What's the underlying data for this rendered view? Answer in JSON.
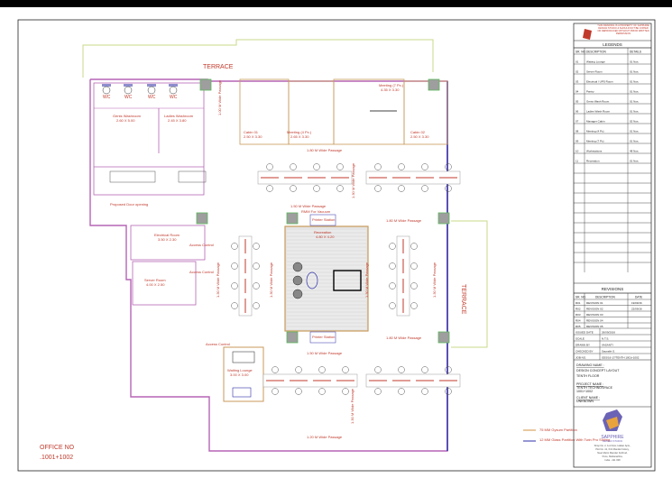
{
  "sheet": {
    "office_no_label": "OFFICE NO",
    "office_no_value": ".1001+1002",
    "terrace_top": "TERRACE",
    "terrace_right": "TERRACE"
  },
  "rooms": {
    "wc": "WC",
    "gents": {
      "name": "Gents Washroom",
      "size": "2.60 X 5.00"
    },
    "ladies": {
      "name": "Ladies Washroom",
      "size": "2.45 X 3.80"
    },
    "cabin1": {
      "name": "Cabin 01",
      "size": "2.50 X 3.30"
    },
    "meeting4": {
      "name": "Meeting (4 Px.)",
      "size": "2.65 X 3.30"
    },
    "meeting7": {
      "name": "Meeting (7 Px.)",
      "size": "4.35 X 3.30"
    },
    "cabin2": {
      "name": "Cabin 02",
      "size": "2.50 X 3.30"
    },
    "electrical": {
      "name": "Electrical Room",
      "size": "3.50 X 2.30"
    },
    "server": {
      "name": "Server Room",
      "size": "4.00 X 2.50"
    },
    "recreation": {
      "name": "Recreation",
      "size": "4.80 X 4.20"
    },
    "waiting": {
      "name": "Waiting Lounge",
      "size": "3.00 X 3.00"
    },
    "access_control": "Access Control",
    "proposed_door": "Proposed Door opening",
    "printer_station": "Printer Station",
    "rmm_vacuum": "RMM For Vacuum"
  },
  "passages": {
    "p180": "1.80 M Wide Passage",
    "p150": "1.50 M Wide Passage",
    "p130": "1.30 M Wide Passage",
    "p120": "1.20 M Wide Passage",
    "p100": "1.00 M Wide Passage"
  },
  "title_block": {
    "notice": "THIS DRAWING IS A PROPERTY OF SAPPHIRE DESIGN STUDIO & SHOULD NOT BE COPIED OR REPRODUCED WITHOUT PRIOR WRITTEN PERMISSION",
    "legends_title": "LEGENDS",
    "legend_headers": [
      "SR. NO.",
      "DESCRIPTION",
      "DETAILS"
    ],
    "legends": [
      {
        "no": "01",
        "desc": "Waiting Lounge",
        "details": "01 Nos."
      },
      {
        "no": "02",
        "desc": "Server Room",
        "details": "01 Nos."
      },
      {
        "no": "03",
        "desc": "Electrical / UPS Room",
        "details": "01 Nos."
      },
      {
        "no": "04",
        "desc": "Pantry",
        "details": "01 Nos."
      },
      {
        "no": "05",
        "desc": "Gents Wash Room",
        "details": "01 Nos."
      },
      {
        "no": "06",
        "desc": "Ladies Wash Room",
        "details": "01 Nos."
      },
      {
        "no": "07",
        "desc": "Manager Cabin",
        "details": "02 Nos."
      },
      {
        "no": "08",
        "desc": "Meeting (4 Px)",
        "details": "01 Nos."
      },
      {
        "no": "09",
        "desc": "Meeting (7 Px)",
        "details": "01 Nos."
      },
      {
        "no": "10",
        "desc": "Workstations",
        "details": "48 Nos."
      },
      {
        "no": "11",
        "desc": "Recreation",
        "details": "01 Nos."
      }
    ],
    "revisions_title": "REVISIONS",
    "revision_headers": [
      "SR. NO.",
      "DESCRIPTION",
      "DATE"
    ],
    "revisions": [
      {
        "no": "R01",
        "desc": "REVISION 01",
        "date": "19/09/16"
      },
      {
        "no": "R02",
        "desc": "REVISION 02",
        "date": "22/09/16"
      },
      {
        "no": "R03",
        "desc": "REVISION 03",
        "date": ""
      },
      {
        "no": "R04",
        "desc": "REVISION 04",
        "date": ""
      },
      {
        "no": "R05",
        "desc": "REVISION 05",
        "date": ""
      }
    ],
    "info": [
      {
        "label": "ISSUED DATE",
        "value": "26/09/2016"
      },
      {
        "label": "SCALE",
        "value": "N.T.S."
      },
      {
        "label": "DRAWN BY",
        "value": "VASANTI"
      },
      {
        "label": "CHECKED BY",
        "value": "Saurabh S."
      },
      {
        "label": "JOB NO.",
        "value": "SDS/16-17/TENTH 1001+1002"
      }
    ],
    "drawing_name_label": "DRAWING NAME :",
    "drawing_name": [
      "DESIGN CONCEPT LAYOUT",
      "TENTH FLOOR"
    ],
    "project_name_label": "PROJECT NAME :",
    "project_name": [
      "TENTH TECHNOSPACE",
      "1001+1002"
    ],
    "client_name_label": "CLIENT NAME :",
    "client_name": "UNKNOWN",
    "company": "SAPPHIRE",
    "company_sub": "DESIGN STUDIO",
    "address": [
      "Shop No. 2, 1st Floor, Hatkar Apts.,",
      "Plot No. 41, Kirti Mandal Colony,",
      "Near Metro Mandal, Kothrud,",
      "Pune, Maharashtra,",
      "India - 411 038"
    ]
  },
  "key": {
    "gypsum": "75 MM Gysum Partition",
    "glass": "12 MM Glass Partition With Twin Pro Sliding"
  },
  "colors": {
    "wall": "#b565b5",
    "label": "#c0392b",
    "glass": "#2c2ca8",
    "column": "#9e9e9e",
    "terrace": "#c8d88a",
    "wood": "#c89a5a"
  }
}
